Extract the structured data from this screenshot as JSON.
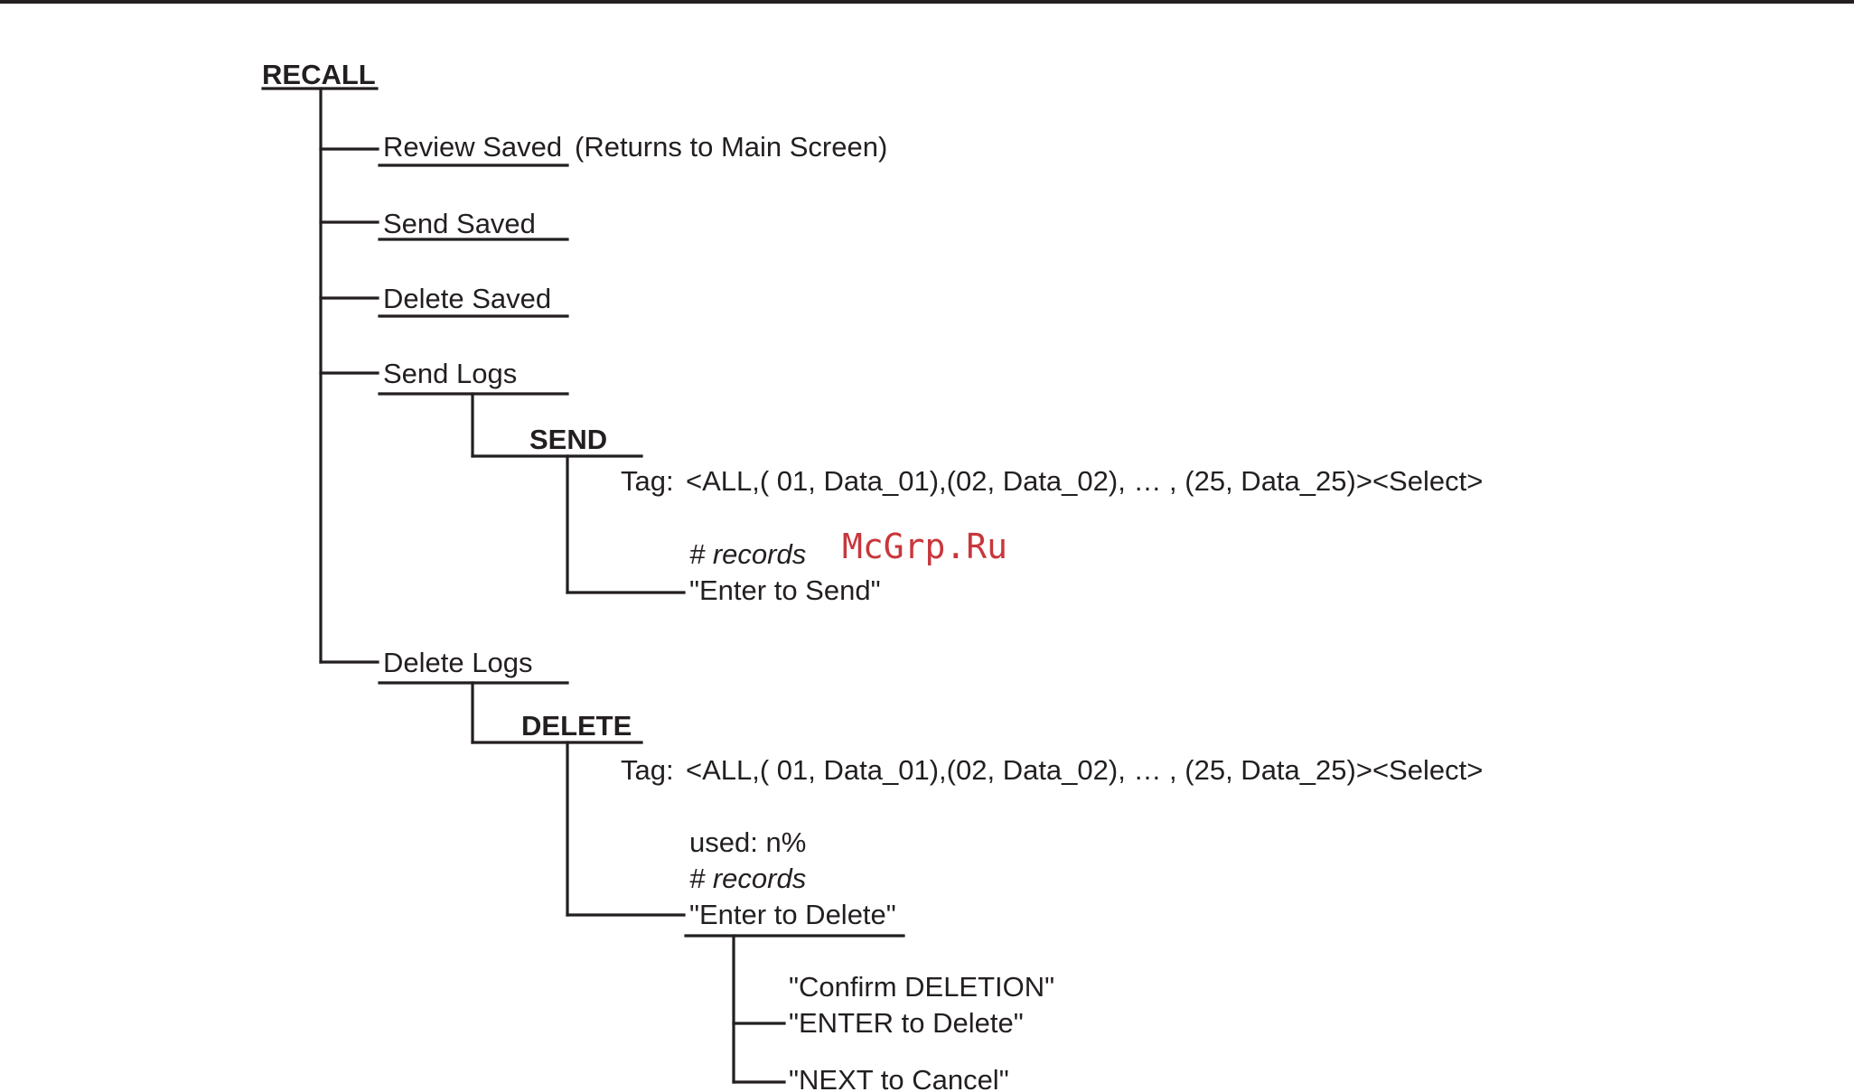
{
  "menu": {
    "root": "RECALL",
    "review_saved": "Review Saved",
    "review_saved_note": "(Returns to Main Screen)",
    "send_saved": "Send Saved",
    "delete_saved": "Delete Saved",
    "send_logs": "Send Logs",
    "delete_logs": "Delete Logs"
  },
  "send_screen": {
    "title": "SEND",
    "tag_label": "Tag:",
    "tag_options": "<ALL,( 01, Data_01),(02, Data_02),  … , (25, Data_25)><Select>",
    "records": "# records",
    "prompt": "\"Enter to Send\""
  },
  "delete_screen": {
    "title": "DELETE",
    "tag_label": "Tag:",
    "tag_options": "<ALL,( 01, Data_01),(02, Data_02),  … , (25, Data_25)><Select>",
    "used": "used: n%",
    "records": "# records",
    "prompt": "\"Enter to Delete\""
  },
  "confirm_screen": {
    "line1": "\"Confirm DELETION\"",
    "line2": "\"ENTER to Delete\"",
    "line3": "\"NEXT to Cancel\""
  },
  "watermark": "McGrp.Ru",
  "colors": {
    "ink": "#231f20",
    "watermark": "#c8373c",
    "background": "#ffffff"
  }
}
